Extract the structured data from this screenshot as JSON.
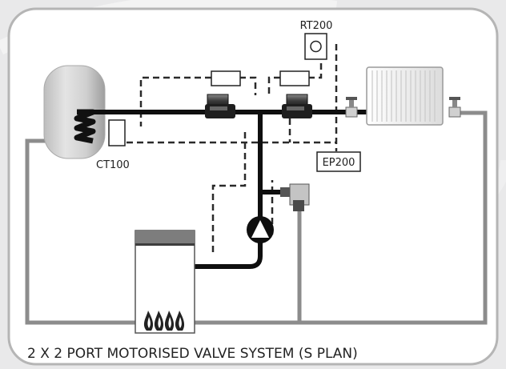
{
  "diagram": {
    "title": "2 X 2 PORT MOTORISED VALVE SYSTEM (S PLAN)",
    "labels": {
      "room_thermostat": "RT200",
      "cylinder_thermostat": "CT100",
      "programmer": "EP200"
    }
  }
}
